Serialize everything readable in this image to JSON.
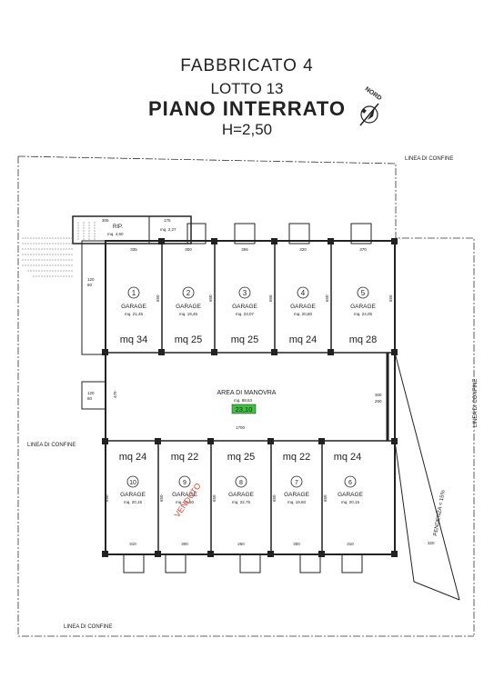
{
  "header": {
    "building": "FABBRICATO 4",
    "lot": "LOTTO 13",
    "floor": "PIANO INTERRATO",
    "height": "H=2,50"
  },
  "compass_label": "NORD",
  "boundary_label": "LINEA DI CONFINE",
  "service_rooms": [
    {
      "name": "RIP.",
      "area": "mq. 4,60"
    },
    {
      "name": "",
      "area": "mq. 2,27"
    }
  ],
  "maneuver_area": {
    "name": "AREA DI MANOVRA",
    "area": "mq. 88,63",
    "highlight": "23,10"
  },
  "ramp_label": "PENDENZA < 15%",
  "sold_stamp": "VENDUTO",
  "garage_label": "GARAGE",
  "garages_top": [
    {
      "number": "1",
      "area": "mq. 21,45",
      "badge": "mq 34"
    },
    {
      "number": "2",
      "area": "mq. 19,46",
      "badge": "mq 25"
    },
    {
      "number": "3",
      "area": "mq. 23,07",
      "badge": "mq 25"
    },
    {
      "number": "4",
      "area": "mq. 20,80",
      "badge": "mq 24"
    },
    {
      "number": "5",
      "area": "mq. 24,05",
      "badge": "mq 28"
    }
  ],
  "garages_bottom": [
    {
      "number": "10",
      "area": "mq. 20,15",
      "badge": "mq 24"
    },
    {
      "number": "9",
      "area": "mq. 19,50",
      "badge": "mq 22"
    },
    {
      "number": "8",
      "area": "mq. 22,75",
      "badge": "mq 25"
    },
    {
      "number": "7",
      "area": "mq. 19,50",
      "badge": "mq 22"
    },
    {
      "number": "6",
      "area": "mq. 20,15",
      "badge": "mq 24"
    }
  ],
  "dimensions": {
    "width_top": [
      "335",
      "300",
      "355",
      "320",
      "370"
    ],
    "width_bottom": [
      "310",
      "300",
      "250",
      "300",
      "310"
    ],
    "depth": "650",
    "maneuver_length": "1700",
    "maneuver_depth": "470",
    "right_width_1": "300",
    "right_width_2": "250",
    "ramp_width": "320",
    "stair": "305",
    "service_w": "175",
    "opening_1": "120",
    "opening_2": "80"
  }
}
